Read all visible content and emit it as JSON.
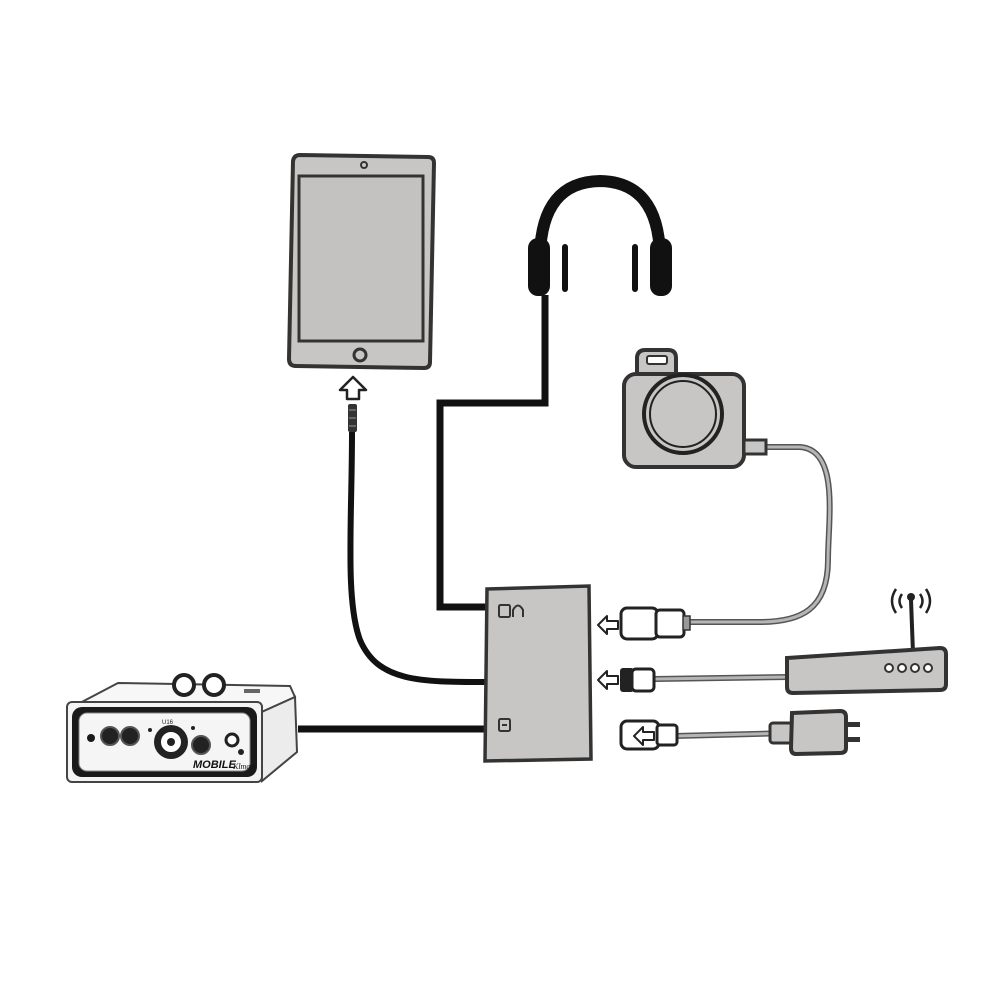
{
  "diagram": {
    "device_brand": "MOBILE",
    "device_subbrand": "Klmost",
    "device_model": "U16",
    "colors": {
      "background": "#ffffff",
      "device_fill": "#c8c6c5",
      "outline": "#222222",
      "cable_black": "#111111",
      "cable_grey": "#8c8c8c",
      "interface_face": "#1a1a1a",
      "interface_body": "#f4f4f4"
    },
    "components": [
      {
        "id": "tablet",
        "icon": "tablet-icon"
      },
      {
        "id": "headphones",
        "icon": "headphones-icon"
      },
      {
        "id": "camera",
        "icon": "camera-icon"
      },
      {
        "id": "adapter-hub",
        "icon": "hub-icon"
      },
      {
        "id": "router",
        "icon": "router-icon"
      },
      {
        "id": "power-adapter",
        "icon": "power-plug-icon"
      },
      {
        "id": "audio-interface",
        "icon": "audio-interface-icon"
      }
    ],
    "hub_ports": [
      "headphone-port-icon",
      "usb-port-icon"
    ],
    "arrows": [
      "up-arrow-icon",
      "left-arrow-icon",
      "left-arrow-icon",
      "left-arrow-icon"
    ]
  }
}
